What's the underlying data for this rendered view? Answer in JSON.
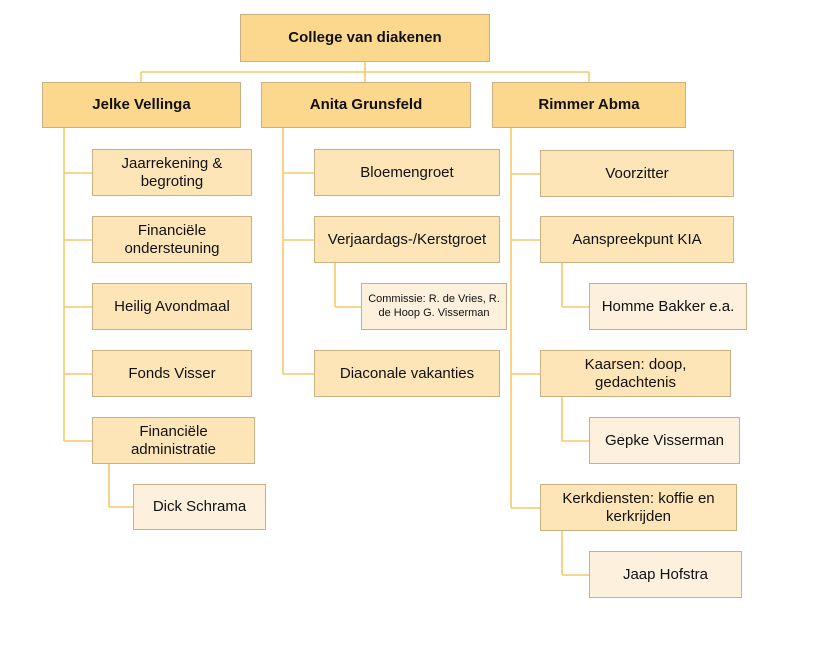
{
  "colors": {
    "connector": "#f5c96b",
    "level1_fill": "#fcd88e",
    "level2_fill": "#fde5b8",
    "level3_fill": "#fdf1dd",
    "border": "#c9b184"
  },
  "org": {
    "root": "College van diakenen",
    "branches": [
      {
        "head": "Jelke Vellinga",
        "tasks": [
          {
            "label": "Jaarrekening & begroting"
          },
          {
            "label": "Financiële ondersteuning"
          },
          {
            "label": "Heilig Avondmaal"
          },
          {
            "label": "Fonds Visser"
          },
          {
            "label": "Financiële administratie",
            "members": [
              "Dick Schrama"
            ]
          }
        ]
      },
      {
        "head": "Anita Grunsfeld",
        "tasks": [
          {
            "label": "Bloemengroet"
          },
          {
            "label": "Verjaardags-/Kerstgroet",
            "members": [
              "Commissie: R. de Vries, R. de Hoop G. Visserman"
            ]
          },
          {
            "label": "Diaconale vakanties"
          }
        ]
      },
      {
        "head": "Rimmer Abma",
        "tasks": [
          {
            "label": "Voorzitter"
          },
          {
            "label": "Aanspreekpunt KIA",
            "members": [
              "Homme Bakker e.a."
            ]
          },
          {
            "label": "Kaarsen: doop, gedachtenis",
            "members": [
              "Gepke Visserman"
            ]
          },
          {
            "label": "Kerkdiensten: koffie en kerkrijden",
            "members": [
              "Jaap Hofstra"
            ]
          }
        ]
      }
    ]
  }
}
